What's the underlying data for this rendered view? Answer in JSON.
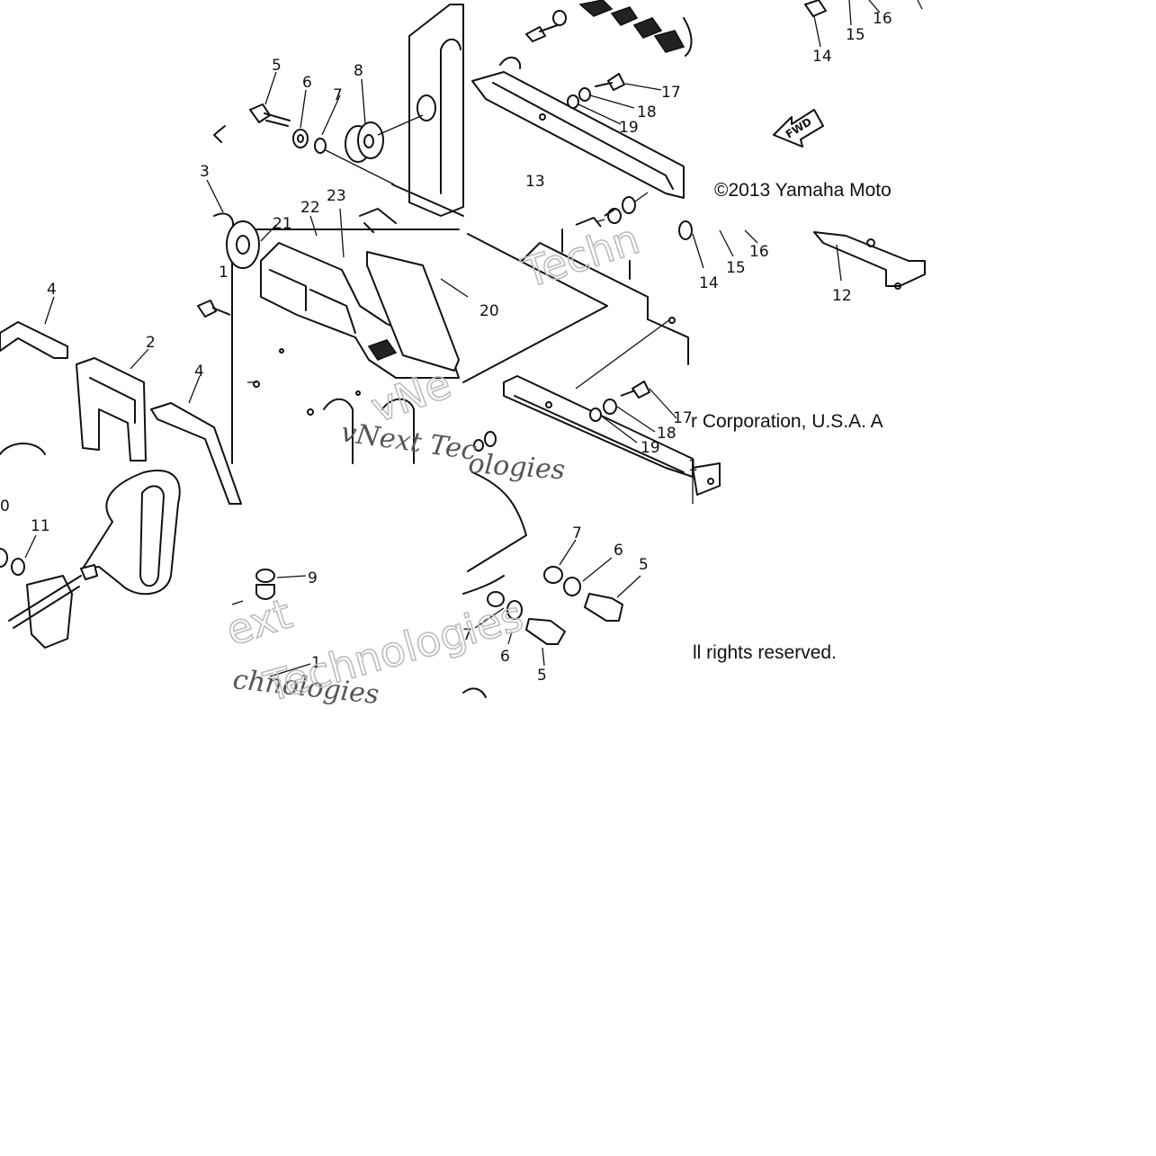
{
  "copyright": {
    "segment_1": "©2013 Yamaha Moto",
    "segment_2": "r Corporation, U.S.A. A",
    "segment_3": "ll rights reserved."
  },
  "watermark": {
    "word_1": "Techn",
    "word_2": "vNext Tec",
    "word_3": "ologies",
    "word_4": "ext",
    "word_5": "chnologies",
    "word_6": "Technologies",
    "word_7": "vNe"
  },
  "direction_arrow": {
    "label": "FWD"
  },
  "callouts": {
    "c5a": "5",
    "c6a": "6",
    "c7a": "7",
    "c8": "8",
    "c3": "3",
    "c22": "22",
    "c23": "23",
    "c21": "21",
    "c1a": "1",
    "c4a": "4",
    "c2": "2",
    "c4b": "4",
    "c20": "20",
    "c13": "13",
    "c17a": "17",
    "c18a": "18",
    "c19a": "19",
    "c14a": "14",
    "c15a": "15",
    "c16a": "16",
    "c14b": "14",
    "c15b": "15",
    "c16b": "16",
    "c12": "12",
    "c17b": "17",
    "c18b": "18",
    "c19b": "19",
    "c11b": "1",
    "c11": "11",
    "c0": "0",
    "c9": "9",
    "c1b": "1",
    "c7b": "7",
    "c6b": "6",
    "c5b": "5",
    "c7c": "7",
    "c6c": "6",
    "c5c": "5"
  },
  "colors": {
    "line": "#111111",
    "watermark": "#bdbdbd"
  }
}
